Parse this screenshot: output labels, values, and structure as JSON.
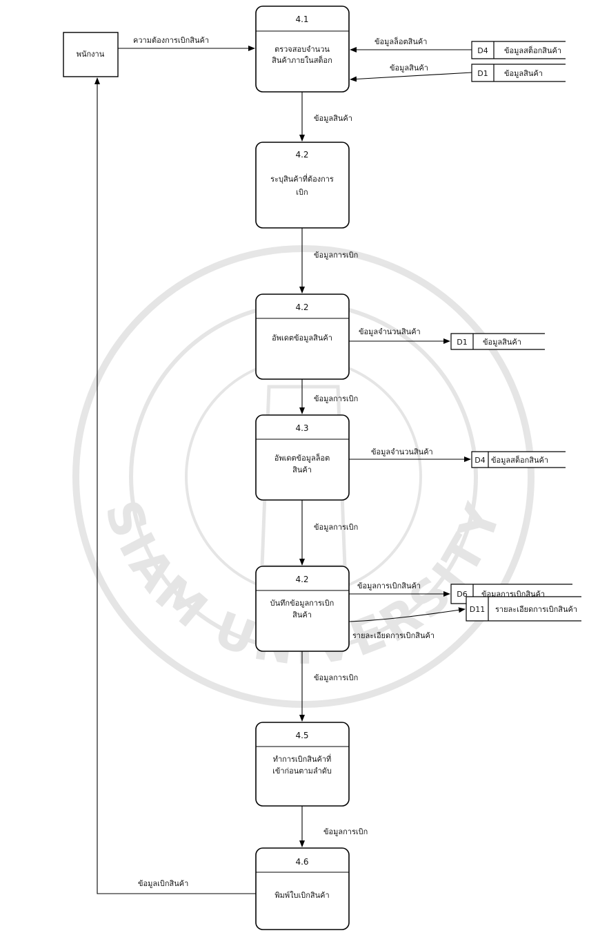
{
  "entity": {
    "name": "พนักงาน"
  },
  "processes": [
    {
      "id": "4.1",
      "lines": [
        "ตรวจสอบจำนวน",
        "สินค้าภายในสต็อก"
      ]
    },
    {
      "id": "4.2",
      "lines": [
        "ระบุสินค้าที่ต้องการ",
        "เบิก"
      ]
    },
    {
      "id": "4.2",
      "lines": [
        "อัพเดตข้อมูลสินค้า"
      ]
    },
    {
      "id": "4.3",
      "lines": [
        "อัพเดตข้อมูลล็อต",
        "สินค้า"
      ]
    },
    {
      "id": "4.2",
      "lines": [
        "บันทึกข้อมูลการเบิก",
        "สินค้า"
      ]
    },
    {
      "id": "4.5",
      "lines": [
        "ทำการเบิกสินค้าที่",
        "เข้าก่อนตามลำดับ"
      ]
    },
    {
      "id": "4.6",
      "lines": [
        "พิมพ์ใบเบิกสินค้า"
      ]
    }
  ],
  "datastores": [
    {
      "code": "D4",
      "name": "ข้อมูลสต็อกสินค้า"
    },
    {
      "code": "D1",
      "name": "ข้อมูลสินค้า"
    },
    {
      "code": "D1",
      "name": "ข้อมูลสินค้า"
    },
    {
      "code": "D4",
      "name": "ข้อมูลสต็อกสินค้า"
    },
    {
      "code": "D6",
      "name": "ข้อมูลการเบิกสินค้า"
    },
    {
      "code": "D11",
      "name": "รายละเอียดการเบิกสินค้า"
    }
  ],
  "flows": {
    "request": "ความต้องการเบิกสินค้า",
    "lot_info": "ข้อมูลล็อตสินค้า",
    "product_info_in": "ข้อมูลสินค้า",
    "product_info_down": "ข้อมูลสินค้า",
    "withdraw_1": "ข้อมูลการเบิก",
    "qty_1": "ข้อมูลจำนวนสินค้า",
    "withdraw_2": "ข้อมูลการเบิก",
    "qty_2": "ข้อมูลจำนวนสินค้า",
    "withdraw_3": "ข้อมูลการเบิก",
    "withdraw_goods": "ข้อมูลการเบิกสินค้า",
    "withdraw_detail": "รายละเอียดการเบิกสินค้า",
    "withdraw_4": "ข้อมูลการเบิก",
    "withdraw_5": "ข้อมูลการเบิก",
    "withdraw_back": "ข้อมูลเบิกสินค้า"
  },
  "watermark": {
    "text": "SIAM UNIVERSITY"
  }
}
